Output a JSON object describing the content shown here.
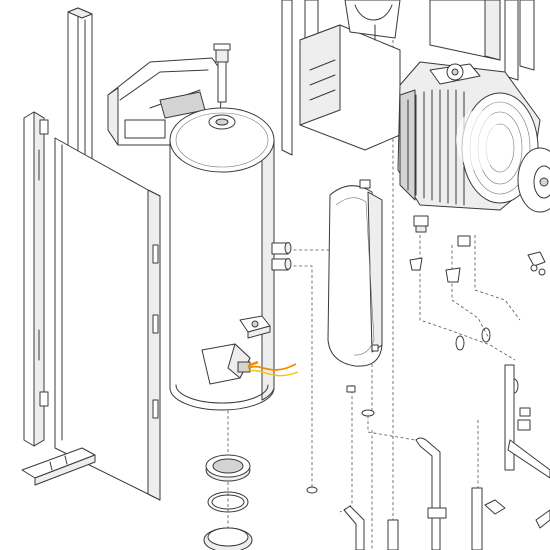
{
  "diagram": {
    "type": "exploded-assembly-drawing",
    "colors": {
      "line": "#3a3a3a",
      "fill": "#ffffff",
      "shade": "#eeeeee",
      "dark_shade": "#d4d4d4",
      "wire_orange": "#f28c00",
      "wire_yellow": "#f5c400"
    },
    "parts": [
      "rear-frame-rail",
      "left-side-panel",
      "left-front-rail",
      "tank-support-bracket",
      "hot-water-storage-tank",
      "tank-top-sensor-pocket",
      "tank-flow-connections",
      "tank-mounting-bracket",
      "tank-sensor-housing",
      "sensor-wire",
      "tank-base-flange",
      "flange-gasket-rings",
      "boiler-chassis-frame",
      "expansion-vessel",
      "heat-exchanger-burner-unit",
      "burner-access-door",
      "hydraulic-pipes",
      "connection-fittings",
      "o-ring-seals"
    ]
  }
}
